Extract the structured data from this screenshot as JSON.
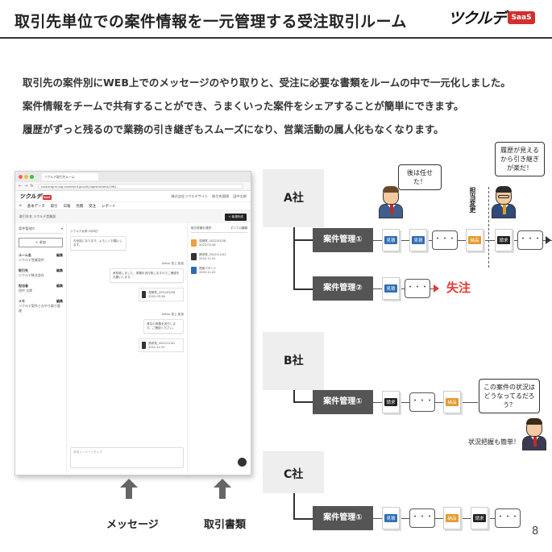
{
  "header": {
    "title": "取引先単位での案件情報を一元管理する受注取引ルーム",
    "logo_text": "ツクルデ",
    "logo_badge": "SaaS"
  },
  "lead": [
    "取引先の案件別にWEB上でのメッセージのやり取りと、受注に必要な書類をルームの中で一元化しました。",
    "案件情報をチームで共有することができ、うまくいった案件をシェアすることが簡単にできます。",
    "履歴がずっと残るので業務の引き継ぎもスムーズになり、営業活動の属人化もなくなります。"
  ],
  "screenshot": {
    "tab_title": "ツクルデ取引先ルーム",
    "url": "contactgrm.ssg.cantetyrd.jpco/th/ngeslisttions/2961",
    "app_logo": "ツクルデ",
    "app_logo_badge": "SaaS",
    "header_right": [
      "株式会社ツクルデサイト",
      "取引先管理",
      "田中太郎"
    ],
    "nav": [
      "基本データ",
      "取引",
      "日報",
      "見積",
      "受注",
      "レポート"
    ],
    "subbar_left": "取引先名 ツクルデ営業部",
    "subbar_button": "+ 新規作成",
    "left": {
      "select": "案件管理①",
      "member_button": "+ 参加",
      "sections": [
        {
          "title": "ルーム名",
          "value": "ツクルデ営業案件"
        },
        {
          "title": "取引先",
          "value": "ツクルデ株式会社"
        },
        {
          "title": "担当者",
          "value": "田中 太郎"
        },
        {
          "title": "メモ",
          "value": "ツクルデ案件とのやり取り管理"
        }
      ]
    },
    "messages": [
      {
        "sender": "ツクルデ太郎 2月8日",
        "text": "お世話になります。よろしくお願いします。"
      },
      {
        "sender": "Xilitor 見上 拓真",
        "text": "承知致しました。書類を送付致しますのでご確認をお願いします。"
      },
      {
        "sender": "",
        "text": "見積書_2022/03/28 2022.03.28"
      },
      {
        "sender": "Xilitor 見上 拓真",
        "text": "発注の書類を送付します。ご確認ください。"
      },
      {
        "sender": "",
        "text": "請求書_2022/11/01 2022.11.01"
      }
    ],
    "input_placeholder": "新規メッセージを入力",
    "right": {
      "filters": [
        "取引書類を選択",
        "すべての種類"
      ],
      "files": [
        {
          "name": "見積書_2022/03/28",
          "date": "2022.03.28"
        },
        {
          "name": "請求書_2022/11/01",
          "date": "2022.11.01"
        },
        {
          "name": "提案パターン",
          "date": "2022.11.02"
        }
      ]
    }
  },
  "captions": {
    "message": "メッセージ",
    "documents": "取引書類"
  },
  "flow": {
    "companies": [
      "A社",
      "B社",
      "C社"
    ],
    "cases": {
      "a1": "案件管理①",
      "a2": "案件管理②",
      "b1": "案件管理①",
      "c1": "案件管理①"
    },
    "docs": {
      "mitsumori": "見積",
      "nouhin": "納品",
      "seikyu": "請求"
    },
    "dots": "・・・",
    "lost": "失注",
    "speech_a1": "後は任せた！",
    "speech_a2": "履歴が見えるから引き継ぎが楽だ！",
    "handover_label": "担当変更",
    "speech_b": "この案件の状況はどうなってるだろう？",
    "note_b": "状況把握も簡単！"
  },
  "page_number": "8"
}
